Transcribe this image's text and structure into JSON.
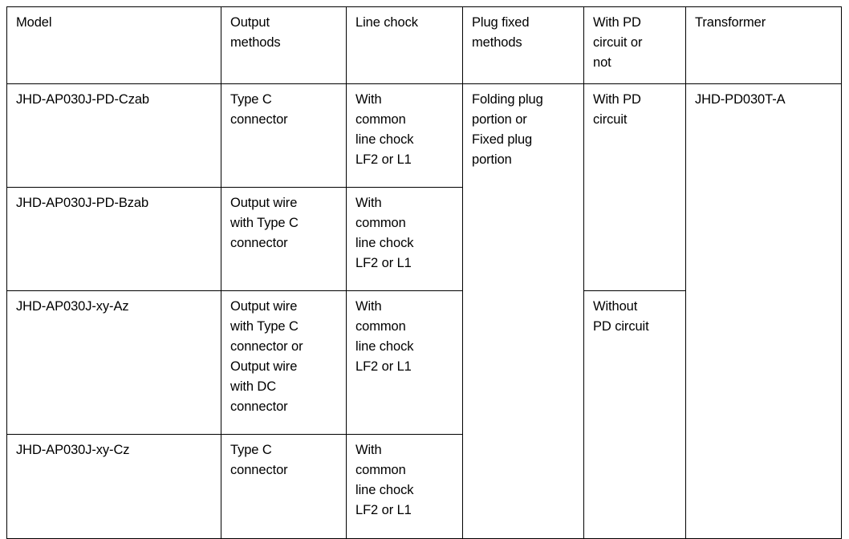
{
  "table": {
    "columns": [
      {
        "key": "model",
        "label": "Model"
      },
      {
        "key": "output",
        "label": "Output\nmethods"
      },
      {
        "key": "chock",
        "label": "Line chock"
      },
      {
        "key": "plug",
        "label": "Plug fixed\nmethods"
      },
      {
        "key": "pd",
        "label": "With PD\ncircuit or\nnot"
      },
      {
        "key": "transformer",
        "label": "Transformer"
      }
    ],
    "rows": [
      {
        "model": "JHD-AP030J-PD-Czab",
        "output": "Type C\nconnector",
        "chock": "With\ncommon\nline chock\nLF2 or L1",
        "plug": "Folding plug\nportion or\nFixed plug\nportion",
        "pd": "With PD\ncircuit",
        "transformer": "JHD-PD030T-A"
      },
      {
        "model": "JHD-AP030J-PD-Bzab",
        "output": "Output wire\nwith Type C\nconnector",
        "chock": "With\ncommon\nline chock\nLF2 or L1",
        "plug": "",
        "pd": "",
        "transformer": ""
      },
      {
        "model": "JHD-AP030J-xy-Az",
        "output": "Output wire\nwith Type C\nconnector or\nOutput wire\nwith DC\nconnector",
        "chock": "With\ncommon\nline chock\nLF2 or L1",
        "plug": "",
        "pd": "Without\nPD circuit",
        "transformer": ""
      },
      {
        "model": "JHD-AP030J-xy-Cz",
        "output": "Type C\nconnector",
        "chock": "With\ncommon\nline chock\nLF2 or L1",
        "plug": "",
        "pd": "",
        "transformer": ""
      }
    ]
  },
  "style": {
    "border_color": "#000000",
    "text_color": "#000000",
    "background": "#ffffff"
  }
}
